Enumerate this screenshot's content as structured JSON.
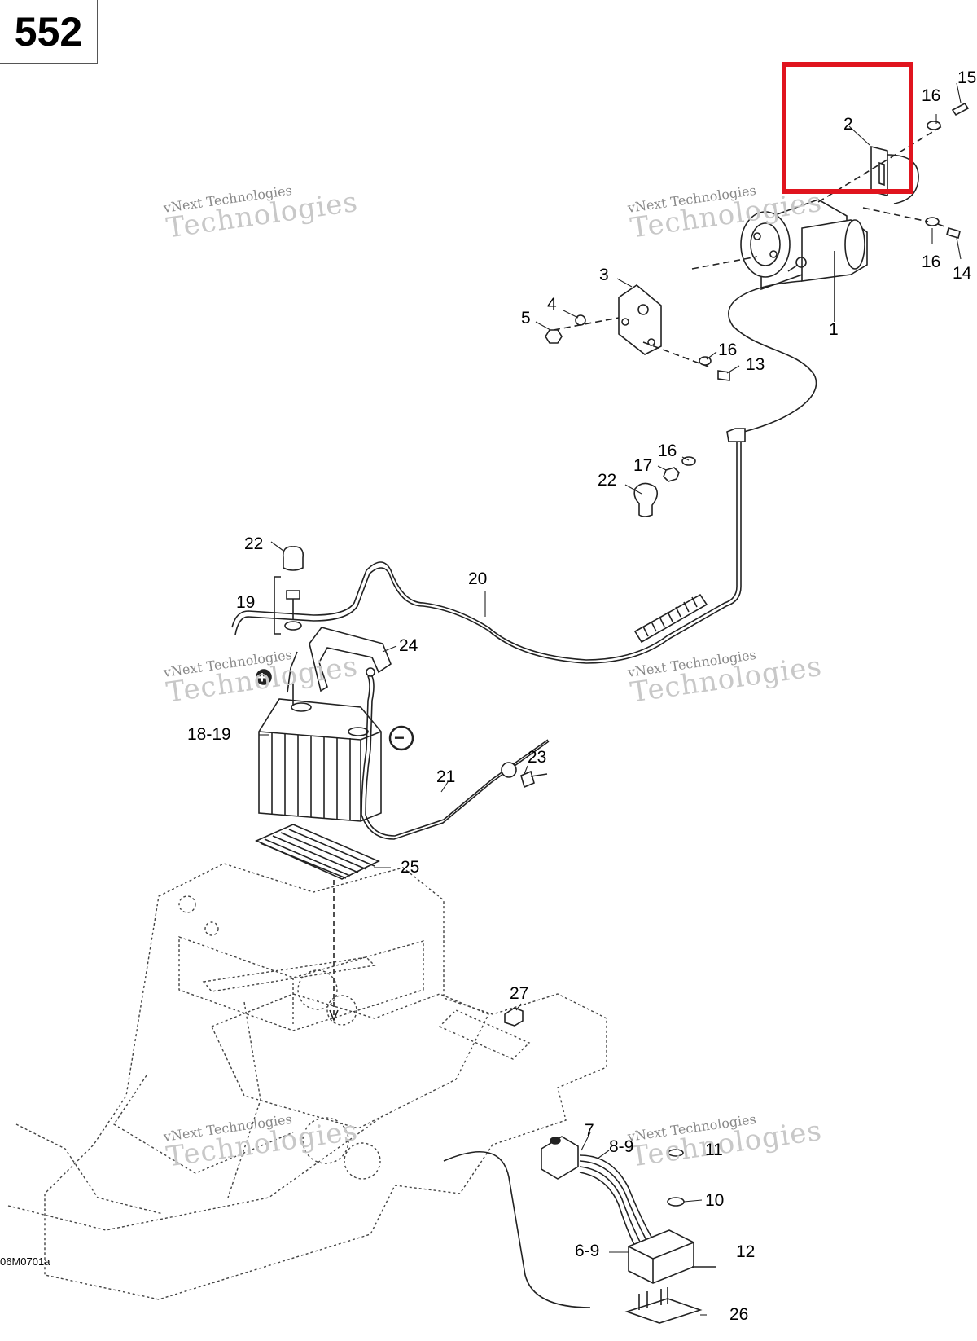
{
  "page_number": "552",
  "figure_ref": "06M0701a",
  "watermark": {
    "line1": "vNext Technologies",
    "line2": "Technologies"
  },
  "highlight_color": "#e0141e",
  "callouts": [
    {
      "id": "c1",
      "text": "1"
    },
    {
      "id": "c2",
      "text": "2"
    },
    {
      "id": "c3",
      "text": "3"
    },
    {
      "id": "c4",
      "text": "4"
    },
    {
      "id": "c5",
      "text": "5"
    },
    {
      "id": "c6-9",
      "text": "6-9"
    },
    {
      "id": "c7",
      "text": "7"
    },
    {
      "id": "c8-9",
      "text": "8-9"
    },
    {
      "id": "c10",
      "text": "10"
    },
    {
      "id": "c11",
      "text": "11"
    },
    {
      "id": "c12",
      "text": "12"
    },
    {
      "id": "c13",
      "text": "13"
    },
    {
      "id": "c14",
      "text": "14"
    },
    {
      "id": "c15",
      "text": "15"
    },
    {
      "id": "c16a",
      "text": "16"
    },
    {
      "id": "c16b",
      "text": "16"
    },
    {
      "id": "c16c",
      "text": "16"
    },
    {
      "id": "c16d",
      "text": "16"
    },
    {
      "id": "c17",
      "text": "17"
    },
    {
      "id": "c18-19",
      "text": "18-19"
    },
    {
      "id": "c19",
      "text": "19"
    },
    {
      "id": "c20",
      "text": "20"
    },
    {
      "id": "c21",
      "text": "21"
    },
    {
      "id": "c22a",
      "text": "22"
    },
    {
      "id": "c22b",
      "text": "22"
    },
    {
      "id": "c23",
      "text": "23"
    },
    {
      "id": "c24",
      "text": "24"
    },
    {
      "id": "c25",
      "text": "25"
    },
    {
      "id": "c26",
      "text": "26"
    },
    {
      "id": "c27",
      "text": "27"
    }
  ],
  "terminal_symbols": {
    "positive": "+",
    "negative": "−"
  }
}
